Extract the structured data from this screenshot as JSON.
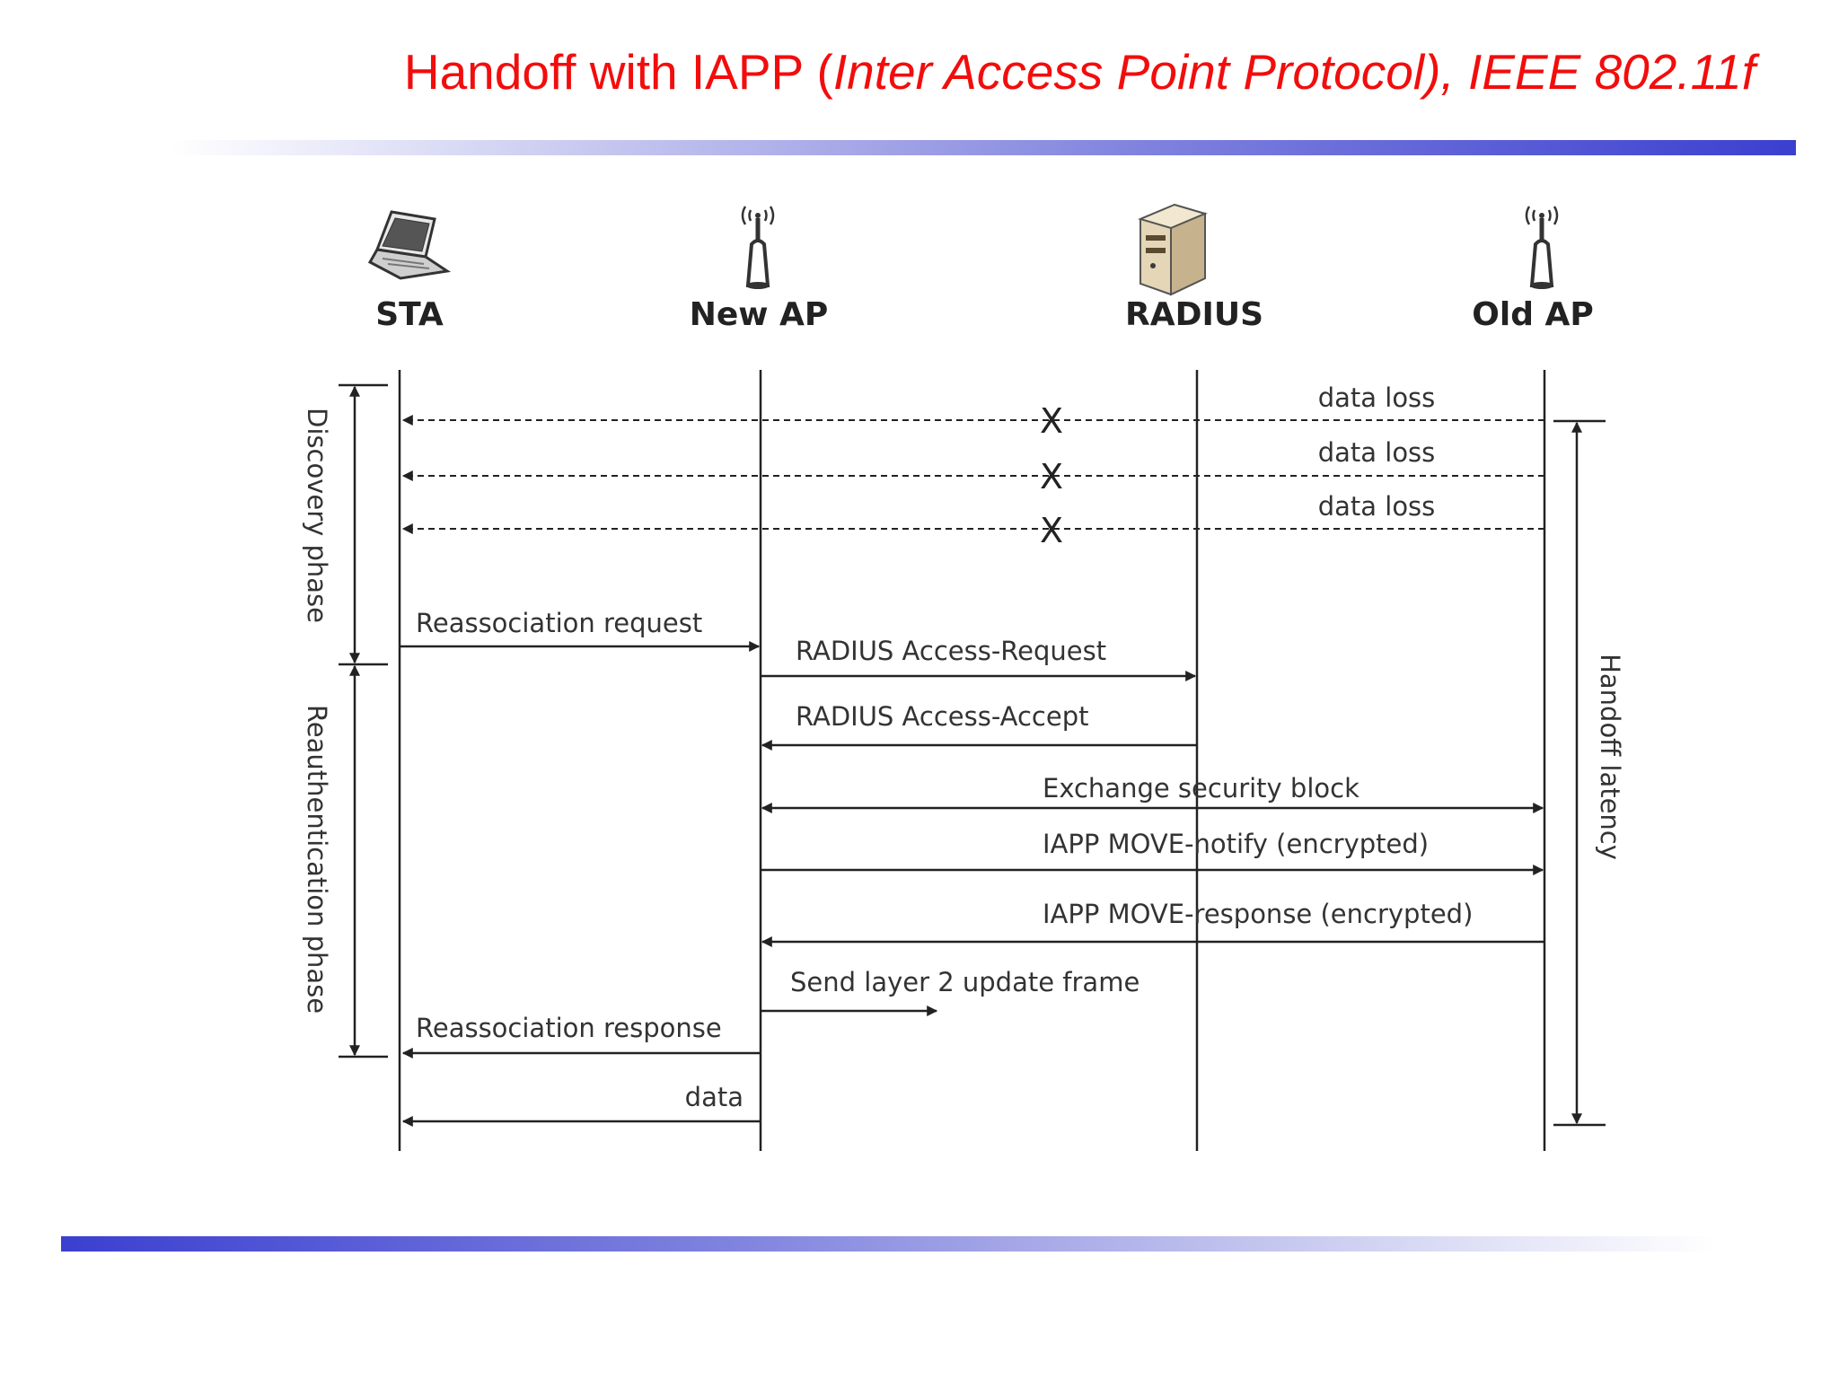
{
  "title": {
    "prefix": "Handoff with IAPP (",
    "italic": "Inter Access Point Protocol), IEEE 802.11f"
  },
  "participants": [
    {
      "id": "sta",
      "label": "STA",
      "icon": "laptop-icon"
    },
    {
      "id": "newap",
      "label": "New AP",
      "icon": "antenna-icon"
    },
    {
      "id": "radius",
      "label": "RADIUS",
      "icon": "server-icon"
    },
    {
      "id": "oldap",
      "label": "Old AP",
      "icon": "antenna-icon"
    }
  ],
  "messages": [
    {
      "label": "data loss",
      "from": "oldap",
      "to": "sta",
      "style": "dashed",
      "lost": true
    },
    {
      "label": "data loss",
      "from": "oldap",
      "to": "sta",
      "style": "dashed",
      "lost": true
    },
    {
      "label": "data loss",
      "from": "oldap",
      "to": "sta",
      "style": "dashed",
      "lost": true
    },
    {
      "label": "Reassociation request",
      "from": "sta",
      "to": "newap",
      "style": "solid"
    },
    {
      "label": "RADIUS Access-Request",
      "from": "newap",
      "to": "radius",
      "style": "solid"
    },
    {
      "label": "RADIUS Access-Accept",
      "from": "radius",
      "to": "newap",
      "style": "solid"
    },
    {
      "label": "Exchange security block",
      "from": "newap",
      "to": "oldap",
      "style": "solid",
      "bidirectional": true
    },
    {
      "label": "IAPP MOVE-notify (encrypted)",
      "from": "newap",
      "to": "oldap",
      "style": "solid"
    },
    {
      "label": "IAPP MOVE-response (encrypted)",
      "from": "oldap",
      "to": "newap",
      "style": "solid"
    },
    {
      "label": "Send layer 2 update frame",
      "from": "newap",
      "to": "broadcast",
      "style": "solid"
    },
    {
      "label": "Reassociation response",
      "from": "newap",
      "to": "sta",
      "style": "solid"
    },
    {
      "label": "data",
      "from": "newap",
      "to": "sta",
      "style": "solid"
    }
  ],
  "lost_marker": "X",
  "phases": {
    "discovery": "Discovery phase",
    "reauthentication": "Reauthentication  phase",
    "latency": "Handoff latency"
  },
  "colors": {
    "title": "#f20d0d",
    "bar_dark": "#3b3fd0",
    "bar_light": "#c9caf0",
    "line": "#222222"
  }
}
